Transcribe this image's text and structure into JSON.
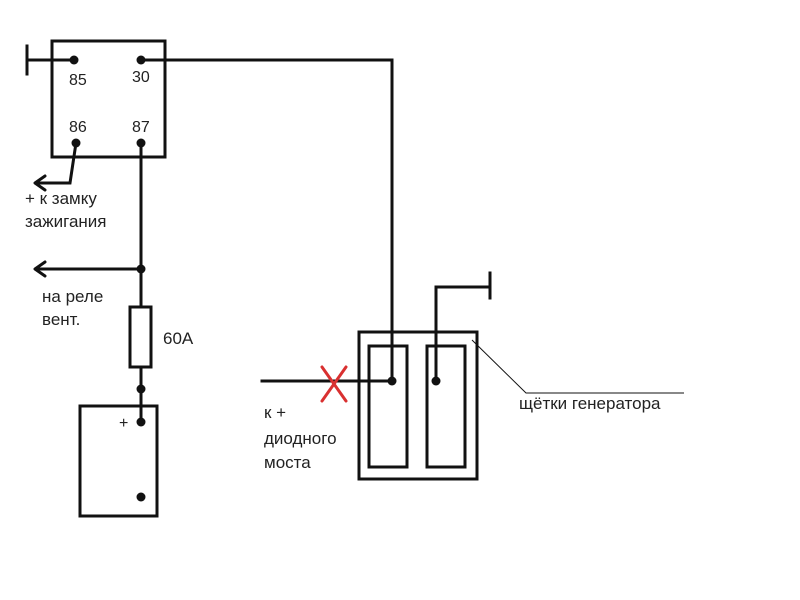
{
  "relay": {
    "pin_85": "85",
    "pin_30": "30",
    "pin_86": "86",
    "pin_87": "87"
  },
  "labels": {
    "ignition_line1": "+ к замку",
    "ignition_line2": "зажигания",
    "fan_relay_line1": "на реле",
    "fan_relay_line2": "вент.",
    "fuse": "60А",
    "battery_plus": "+",
    "diode_line1": "к +",
    "diode_line2": "диодного",
    "diode_line3": "моста",
    "brushes": "щётки генератора"
  },
  "colors": {
    "line": "#111111",
    "cross": "#d93030"
  }
}
